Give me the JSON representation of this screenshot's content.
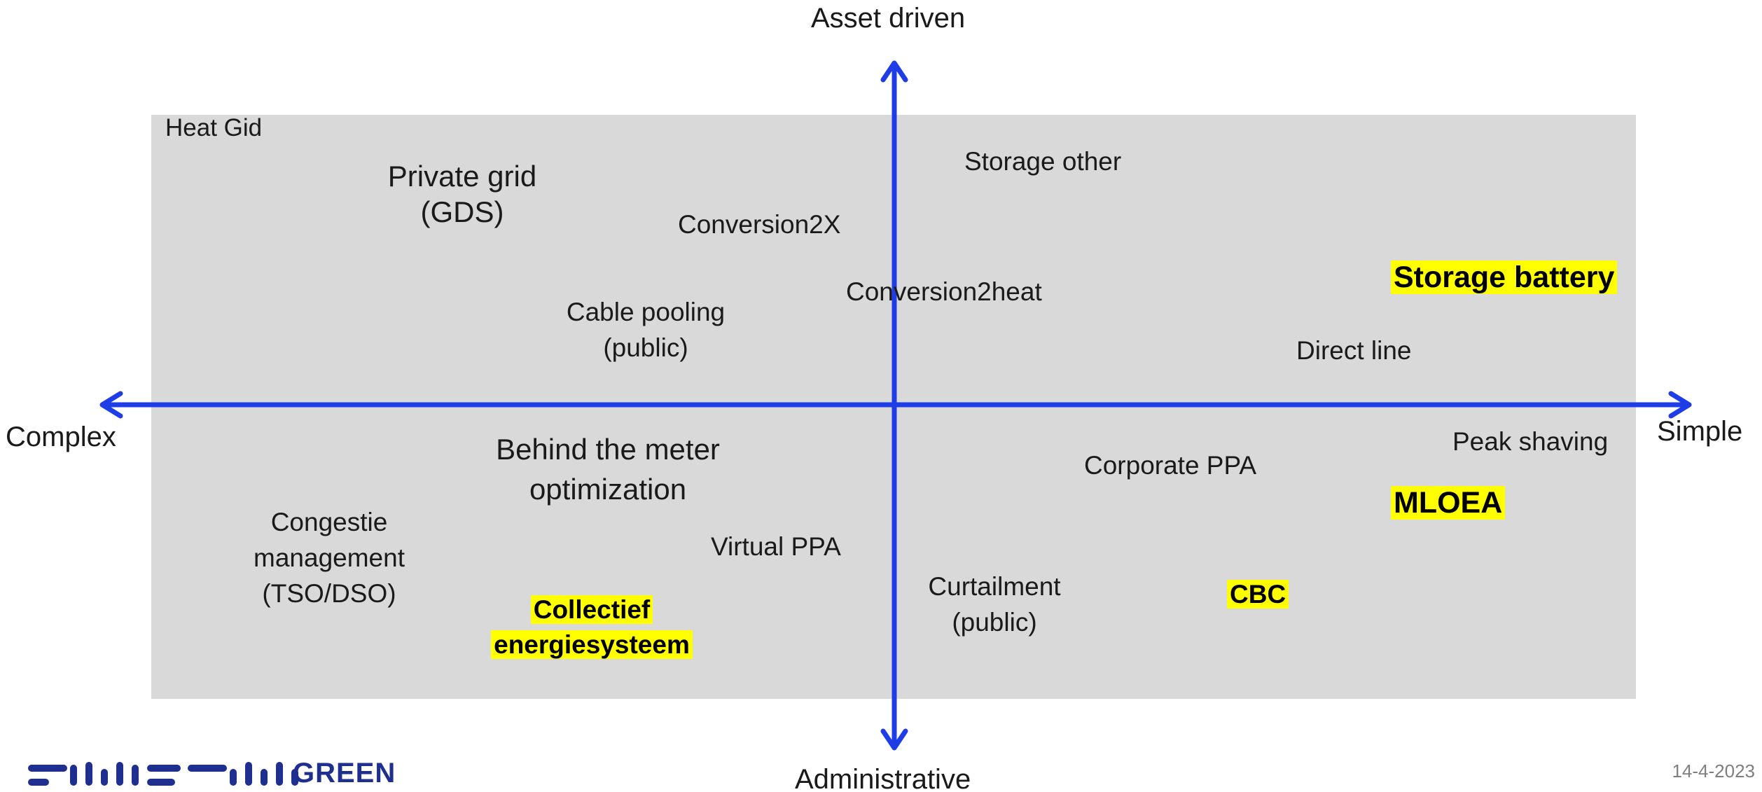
{
  "axes": {
    "top": "Asset driven",
    "bottom": "Administrative",
    "left": "Complex",
    "right": "Simple"
  },
  "items": {
    "heat_gid": "Heat Gid",
    "private_grid_line1": "Private grid",
    "private_grid_line2": "(GDS)",
    "storage_other": "Storage other",
    "conversion2x": "Conversion2X",
    "storage_battery": "Storage battery",
    "cable_pooling_line1": "Cable pooling",
    "cable_pooling_line2": "(public)",
    "conversion2heat": "Conversion2heat",
    "direct_line": "Direct line",
    "behind_meter_line1": "Behind the meter",
    "behind_meter_line2": "optimization",
    "peak_shaving": "Peak shaving",
    "corporate_ppa": "Corporate PPA",
    "mloea": "MLOEA",
    "congestie_line1": "Congestie",
    "congestie_line2": "management",
    "congestie_line3": "(TSO/DSO)",
    "virtual_ppa": "Virtual PPA",
    "curtailment_line1": "Curtailment",
    "curtailment_line2": "(public)",
    "cbc": "CBC",
    "collectief_line1": "Collectief",
    "collectief_line2": "energiesysteem"
  },
  "footer": {
    "brand": "GREEN",
    "date": "14-4-2023"
  },
  "colors": {
    "axis": "#1f3de6",
    "panel": "#d9d9d9",
    "highlight": "#ffff00",
    "logo": "#1f2f8f"
  }
}
